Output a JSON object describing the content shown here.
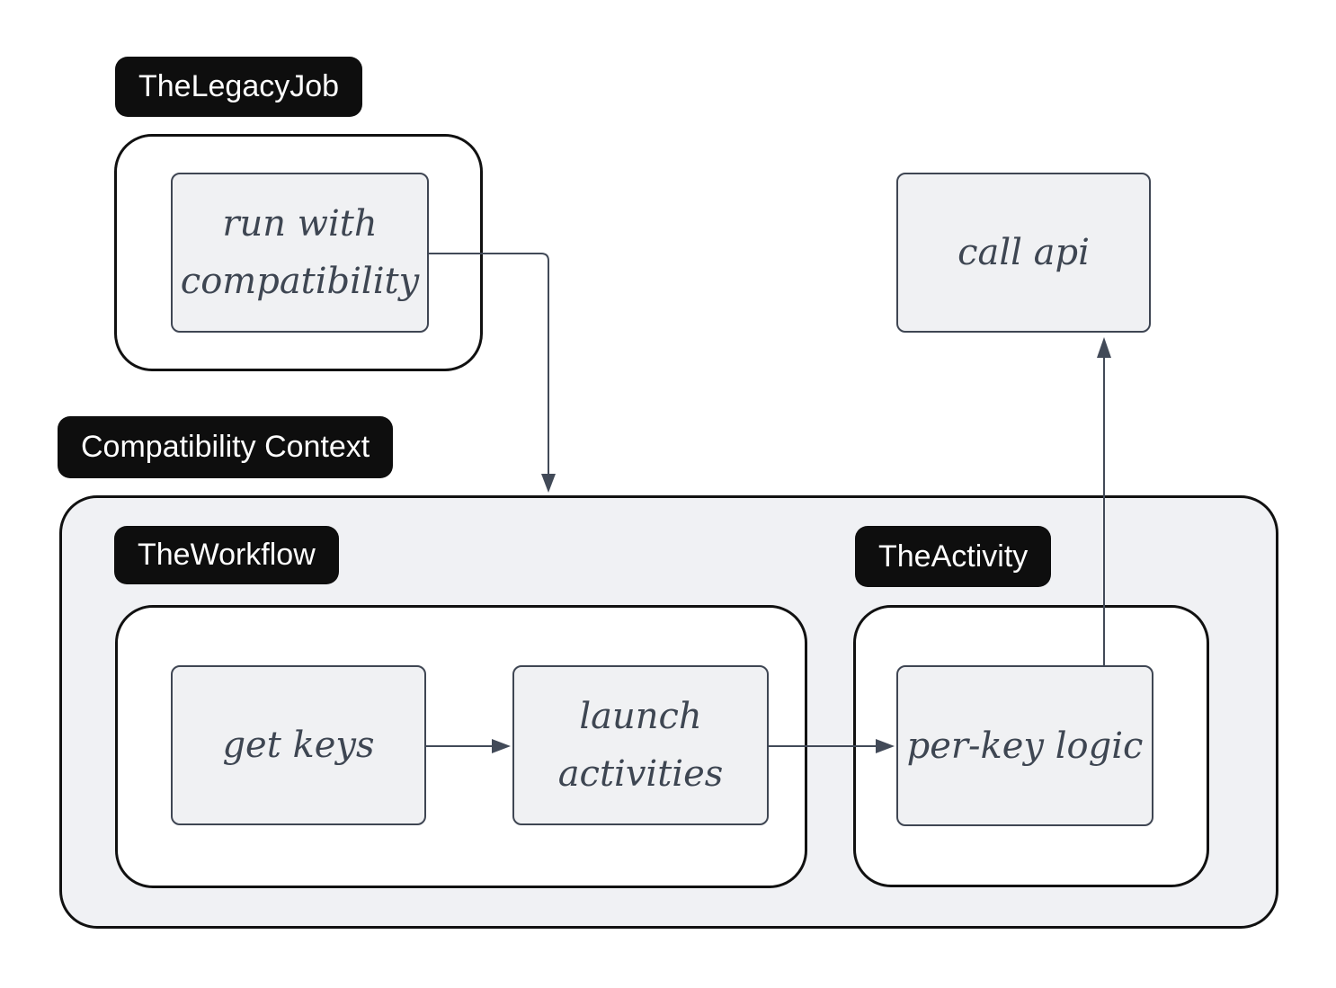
{
  "diagram": {
    "title": "Compatibility Context workflow diagram",
    "colors": {
      "canvas_bg": "#ffffff",
      "badge_bg": "#0e0e0e",
      "badge_text": "#ffffff",
      "container_border": "#111111",
      "container_fill_white": "#ffffff",
      "context_fill": "#f0f1f4",
      "node_fill": "#f0f1f3",
      "node_border": "#3f4653",
      "node_text": "#3e4652",
      "arrow": "#424a58"
    },
    "badges": {
      "legacy_job": "TheLegacyJob",
      "compatibility_context": "Compatibility Context",
      "workflow": "TheWorkflow",
      "activity": "TheActivity"
    },
    "nodes": {
      "run_with_compatibility": {
        "lines": [
          "run with",
          "compatibility"
        ]
      },
      "call_api": {
        "lines": [
          "call api"
        ]
      },
      "get_keys": {
        "lines": [
          "get keys"
        ]
      },
      "launch_activities": {
        "lines": [
          "launch",
          "activities"
        ]
      },
      "per_key_logic": {
        "lines": [
          "per-key logic"
        ]
      }
    },
    "edges": [
      {
        "name": "run-with-compatibility-to-compatibility-context",
        "from": "run with compatibility",
        "to": "Compatibility Context",
        "direction": "down"
      },
      {
        "name": "get-keys-to-launch-activities",
        "from": "get keys",
        "to": "launch activities",
        "direction": "right"
      },
      {
        "name": "launch-activities-to-per-key-logic",
        "from": "launch activities",
        "to": "per-key logic",
        "direction": "right"
      },
      {
        "name": "per-key-logic-to-call-api",
        "from": "per-key logic",
        "to": "call api",
        "direction": "up"
      }
    ]
  }
}
